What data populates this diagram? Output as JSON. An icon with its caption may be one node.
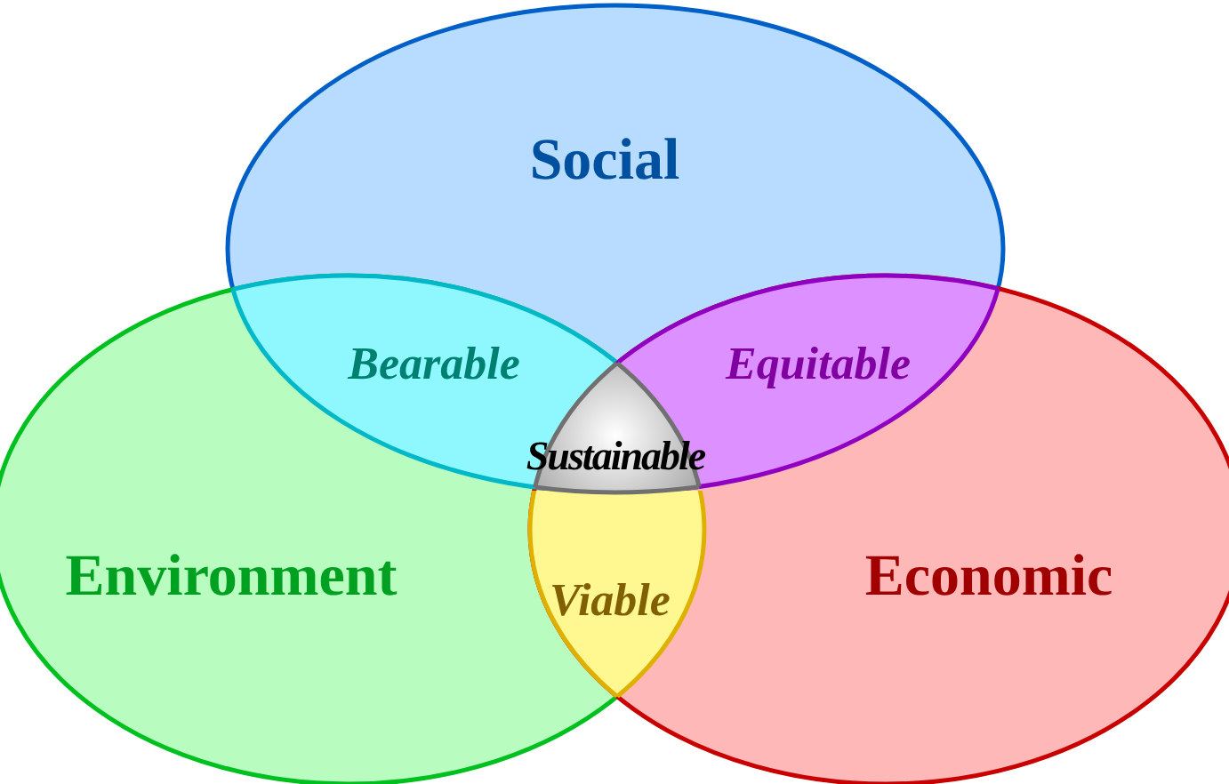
{
  "diagram": {
    "nodes": [
      {
        "text": [
          "Social"
        ]
      },
      {
        "text": [
          "Environment"
        ]
      },
      {
        "text": [
          "Economic"
        ]
      }
    ],
    "labels": [
      "Bearable",
      "Equitable",
      "Sustainable",
      "Viable"
    ]
  }
}
